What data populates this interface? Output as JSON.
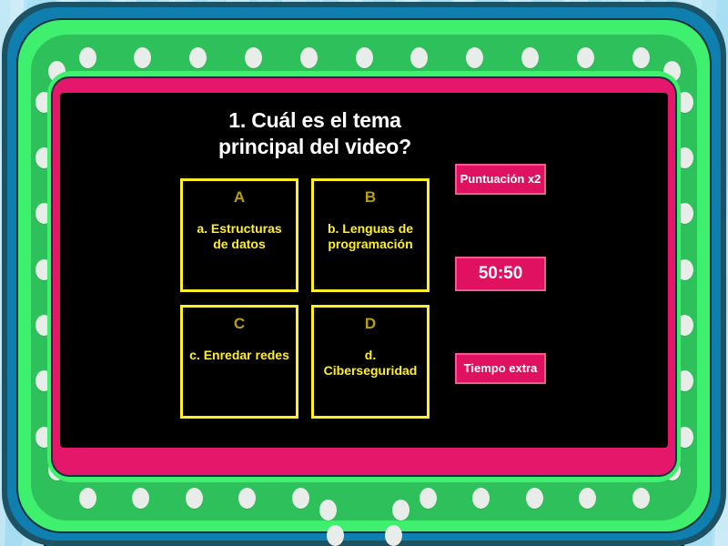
{
  "quiz": {
    "question": {
      "number": "1.",
      "line1": "1. Cuál es el tema",
      "line2": "principal del video?",
      "full": "1. Cuál es el tema principal del video?"
    },
    "answers": [
      {
        "letter": "A",
        "text": "a. Estructuras de datos"
      },
      {
        "letter": "B",
        "text": "b. Lenguas de programación"
      },
      {
        "letter": "C",
        "text": "c. Enredar redes"
      },
      {
        "letter": "D",
        "text": "d. Ciberseguridad"
      }
    ],
    "powerups": [
      {
        "label": "Puntuación x2"
      },
      {
        "label": "50:50"
      },
      {
        "label": "Tiempo extra"
      }
    ]
  },
  "theme": {
    "background": "#9fd8ef",
    "frame_teal": "#0e7fae",
    "frame_green_light": "#3ff06e",
    "frame_green_band": "#2ec05a",
    "frame_magenta": "#e5176b",
    "panel_black": "#000000",
    "answer_border": "#ffef26",
    "answer_text": "#ffef26",
    "answer_letter": "#b7a010",
    "powerup_fill": "#e0115f",
    "powerup_border": "#f05a92",
    "powerup_text": "#ffffff",
    "question_text": "#ffffff",
    "bulb": "#e9edea"
  }
}
